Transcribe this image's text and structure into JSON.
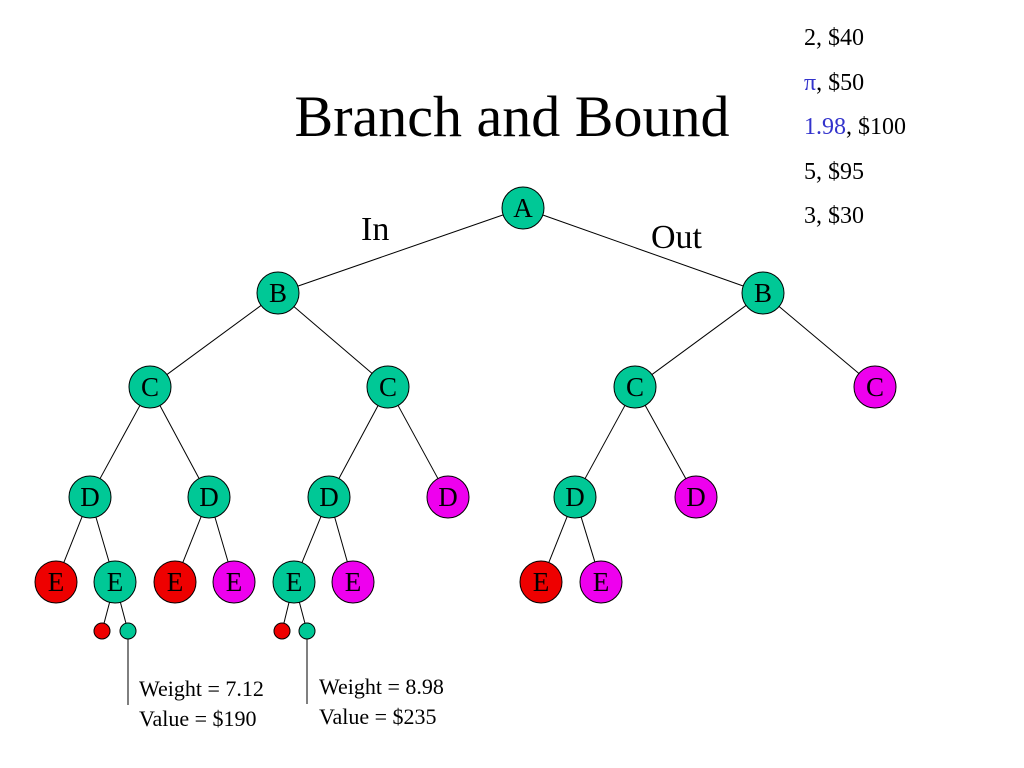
{
  "title": "Branch and Bound",
  "items": [
    {
      "weight": "2",
      "value": "$40",
      "weight_color": "#000000"
    },
    {
      "weight": "π",
      "value": "$50",
      "weight_color": "#3333cc"
    },
    {
      "weight": "1.98",
      "value": "$100",
      "weight_color": "#3333cc"
    },
    {
      "weight": "5",
      "value": "$95",
      "weight_color": "#000000"
    },
    {
      "weight": "3",
      "value": "$30",
      "weight_color": "#000000"
    }
  ],
  "edge_labels": {
    "in": "In",
    "out": "Out"
  },
  "colors": {
    "live": "#00c896",
    "pruned_overweight": "#ee0000",
    "pruned_bound": "#ee00ee",
    "stroke": "#000000"
  },
  "tree": {
    "nodes": [
      {
        "id": "A",
        "label": "A",
        "status": "live"
      },
      {
        "id": "B1",
        "label": "B",
        "status": "live"
      },
      {
        "id": "B2",
        "label": "B",
        "status": "live"
      },
      {
        "id": "C1",
        "label": "C",
        "status": "live"
      },
      {
        "id": "C2",
        "label": "C",
        "status": "live"
      },
      {
        "id": "C3",
        "label": "C",
        "status": "live"
      },
      {
        "id": "C4",
        "label": "C",
        "status": "pruned_bound"
      },
      {
        "id": "D1",
        "label": "D",
        "status": "live"
      },
      {
        "id": "D2",
        "label": "D",
        "status": "live"
      },
      {
        "id": "D3",
        "label": "D",
        "status": "live"
      },
      {
        "id": "D4",
        "label": "D",
        "status": "pruned_bound"
      },
      {
        "id": "D5",
        "label": "D",
        "status": "live"
      },
      {
        "id": "D6",
        "label": "D",
        "status": "pruned_bound"
      },
      {
        "id": "E1",
        "label": "E",
        "status": "pruned_overweight"
      },
      {
        "id": "E2",
        "label": "E",
        "status": "live"
      },
      {
        "id": "E3",
        "label": "E",
        "status": "pruned_overweight"
      },
      {
        "id": "E4",
        "label": "E",
        "status": "pruned_bound"
      },
      {
        "id": "E5",
        "label": "E",
        "status": "live"
      },
      {
        "id": "E6",
        "label": "E",
        "status": "pruned_bound"
      },
      {
        "id": "E7",
        "label": "E",
        "status": "pruned_overweight"
      },
      {
        "id": "E8",
        "label": "E",
        "status": "pruned_bound"
      },
      {
        "id": "L1",
        "label": "",
        "status": "pruned_overweight"
      },
      {
        "id": "L2",
        "label": "",
        "status": "live"
      },
      {
        "id": "L3",
        "label": "",
        "status": "pruned_overweight"
      },
      {
        "id": "L4",
        "label": "",
        "status": "live"
      }
    ],
    "edges": [
      [
        "A",
        "B1"
      ],
      [
        "A",
        "B2"
      ],
      [
        "B1",
        "C1"
      ],
      [
        "B1",
        "C2"
      ],
      [
        "B2",
        "C3"
      ],
      [
        "B2",
        "C4"
      ],
      [
        "C1",
        "D1"
      ],
      [
        "C1",
        "D2"
      ],
      [
        "C2",
        "D3"
      ],
      [
        "C2",
        "D4"
      ],
      [
        "C3",
        "D5"
      ],
      [
        "C3",
        "D6"
      ],
      [
        "D1",
        "E1"
      ],
      [
        "D1",
        "E2"
      ],
      [
        "D2",
        "E3"
      ],
      [
        "D2",
        "E4"
      ],
      [
        "D3",
        "E5"
      ],
      [
        "D3",
        "E6"
      ],
      [
        "D5",
        "E7"
      ],
      [
        "D5",
        "E8"
      ],
      [
        "E2",
        "L1"
      ],
      [
        "E2",
        "L2"
      ],
      [
        "E5",
        "L3"
      ],
      [
        "E5",
        "L4"
      ]
    ]
  },
  "annotations": [
    {
      "node": "L2",
      "lines": [
        "Weight = 7.12",
        "Value = $190"
      ]
    },
    {
      "node": "L4",
      "lines": [
        "Weight = 8.98",
        "Value = $235"
      ]
    }
  ]
}
